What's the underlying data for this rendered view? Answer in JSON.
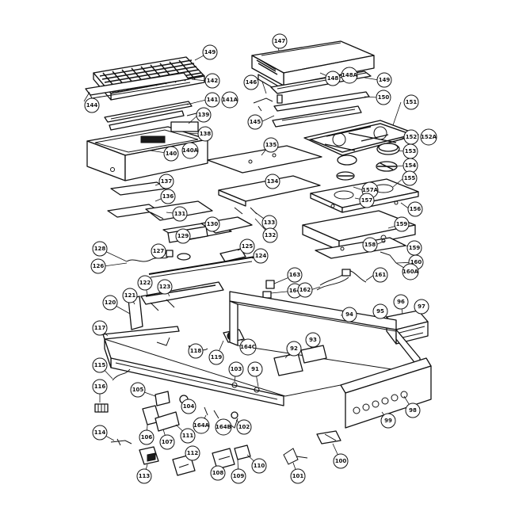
{
  "colors": {
    "line": "#111111",
    "background": "#ffffff"
  },
  "callouts": [
    {
      "id": "c149a",
      "label": "149"
    },
    {
      "id": "c147",
      "label": "147"
    },
    {
      "id": "c142",
      "label": "142"
    },
    {
      "id": "c144",
      "label": "144"
    },
    {
      "id": "c141",
      "label": "141"
    },
    {
      "id": "c141a",
      "label": "141A"
    },
    {
      "id": "c148",
      "label": "148"
    },
    {
      "id": "c148a",
      "label": "148A"
    },
    {
      "id": "c149b",
      "label": "149"
    },
    {
      "id": "c146",
      "label": "146"
    },
    {
      "id": "c150",
      "label": "150"
    },
    {
      "id": "c151",
      "label": "151"
    },
    {
      "id": "c145",
      "label": "145"
    },
    {
      "id": "c139",
      "label": "139"
    },
    {
      "id": "c138",
      "label": "138"
    },
    {
      "id": "c152",
      "label": "152"
    },
    {
      "id": "c152a",
      "label": "152A"
    },
    {
      "id": "c140",
      "label": "140"
    },
    {
      "id": "c140a",
      "label": "140A"
    },
    {
      "id": "c135",
      "label": "135"
    },
    {
      "id": "c153",
      "label": "153"
    },
    {
      "id": "c154",
      "label": "154"
    },
    {
      "id": "c155",
      "label": "155"
    },
    {
      "id": "c137",
      "label": "137"
    },
    {
      "id": "c134",
      "label": "134"
    },
    {
      "id": "c157a",
      "label": "157A"
    },
    {
      "id": "c136",
      "label": "136"
    },
    {
      "id": "c157",
      "label": "157"
    },
    {
      "id": "c156",
      "label": "156"
    },
    {
      "id": "c131",
      "label": "131"
    },
    {
      "id": "c133",
      "label": "133"
    },
    {
      "id": "c130",
      "label": "130"
    },
    {
      "id": "c159",
      "label": "159"
    },
    {
      "id": "c129",
      "label": "129"
    },
    {
      "id": "c132",
      "label": "132"
    },
    {
      "id": "c128",
      "label": "128"
    },
    {
      "id": "c125",
      "label": "125"
    },
    {
      "id": "c158",
      "label": "158"
    },
    {
      "id": "c159b",
      "label": "159"
    },
    {
      "id": "c127",
      "label": "127"
    },
    {
      "id": "c126",
      "label": "126"
    },
    {
      "id": "c124",
      "label": "124"
    },
    {
      "id": "c160",
      "label": "160"
    },
    {
      "id": "c161",
      "label": "161"
    },
    {
      "id": "c160a",
      "label": "160A"
    },
    {
      "id": "c163",
      "label": "163"
    },
    {
      "id": "c122",
      "label": "122"
    },
    {
      "id": "c123",
      "label": "123"
    },
    {
      "id": "c164",
      "label": "164"
    },
    {
      "id": "c162",
      "label": "162"
    },
    {
      "id": "c121",
      "label": "121"
    },
    {
      "id": "c120",
      "label": "120"
    },
    {
      "id": "c95",
      "label": "95"
    },
    {
      "id": "c96",
      "label": "96"
    },
    {
      "id": "c97",
      "label": "97"
    },
    {
      "id": "c94",
      "label": "94"
    },
    {
      "id": "c117",
      "label": "117"
    },
    {
      "id": "c93",
      "label": "93"
    },
    {
      "id": "c92",
      "label": "92"
    },
    {
      "id": "c118",
      "label": "118"
    },
    {
      "id": "c119",
      "label": "119"
    },
    {
      "id": "c164c",
      "label": "164C"
    },
    {
      "id": "c115",
      "label": "115"
    },
    {
      "id": "c103",
      "label": "103"
    },
    {
      "id": "c91",
      "label": "91"
    },
    {
      "id": "c116",
      "label": "116"
    },
    {
      "id": "c105",
      "label": "105"
    },
    {
      "id": "c104",
      "label": "104"
    },
    {
      "id": "c98",
      "label": "98"
    },
    {
      "id": "c99",
      "label": "99"
    },
    {
      "id": "c164a",
      "label": "164A"
    },
    {
      "id": "c164b",
      "label": "164B"
    },
    {
      "id": "c102",
      "label": "102"
    },
    {
      "id": "c106",
      "label": "106"
    },
    {
      "id": "c107",
      "label": "107"
    },
    {
      "id": "c111",
      "label": "111"
    },
    {
      "id": "c114",
      "label": "114"
    },
    {
      "id": "c112",
      "label": "112"
    },
    {
      "id": "c108",
      "label": "108"
    },
    {
      "id": "c100",
      "label": "100"
    },
    {
      "id": "c109",
      "label": "109"
    },
    {
      "id": "c110",
      "label": "110"
    },
    {
      "id": "c101",
      "label": "101"
    },
    {
      "id": "c113",
      "label": "113"
    }
  ]
}
